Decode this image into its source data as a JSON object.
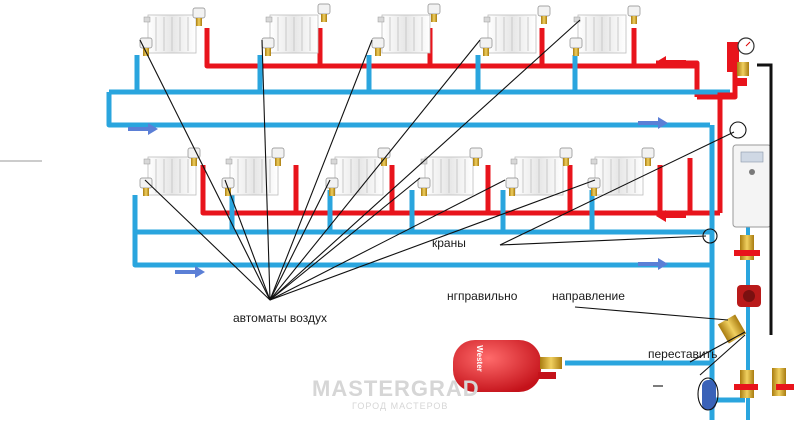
{
  "labels": {
    "valves": "краны",
    "air_vents": "автоматы воздух",
    "wrong": "нгправильно",
    "direction": "направление",
    "swap": "переставить"
  },
  "watermark": {
    "main": "MASTERGRAD",
    "sub": "ГОРОД МАСТЕРОВ"
  },
  "tank_brand": "Wester",
  "colors": {
    "supply": "#e8141c",
    "return": "#2aa5de",
    "arrow": "#5b7fd6",
    "pointer": "#111111"
  }
}
